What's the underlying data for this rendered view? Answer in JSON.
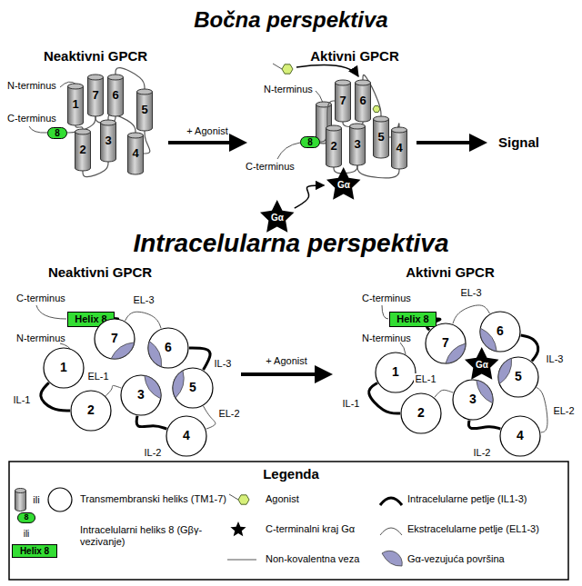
{
  "diagram": {
    "title": "Bočna perspektiva",
    "nodes": [
      {
        "text": [
          "1"
        ]
      },
      {
        "text": [
          "7"
        ]
      },
      {
        "text": [
          "6"
        ]
      },
      {
        "text": [
          "5"
        ]
      },
      {
        "text": [
          "2"
        ]
      },
      {
        "text": [
          "3"
        ]
      },
      {
        "text": [
          "4"
        ]
      },
      {
        "text": [
          "8"
        ]
      },
      {
        "text": [
          "7"
        ]
      },
      {
        "text": [
          "6"
        ]
      },
      {
        "text": [
          "2"
        ]
      },
      {
        "text": [
          "3"
        ]
      },
      {
        "text": [
          "5"
        ]
      },
      {
        "text": [
          "4"
        ]
      },
      {
        "text": [
          "8"
        ]
      },
      {
        "text": [
          "Gα"
        ]
      },
      {
        "text": [
          "Gα"
        ]
      },
      {
        "text": [
          "Helix 8"
        ]
      },
      {
        "text": [
          "1"
        ]
      },
      {
        "text": [
          "7"
        ]
      },
      {
        "text": [
          "6"
        ]
      },
      {
        "text": [
          "2"
        ]
      },
      {
        "text": [
          "3"
        ]
      },
      {
        "text": [
          "5"
        ]
      },
      {
        "text": [
          "4"
        ]
      },
      {
        "text": [
          "Helix 8"
        ]
      },
      {
        "text": [
          "1"
        ]
      },
      {
        "text": [
          "7"
        ]
      },
      {
        "text": [
          "6"
        ]
      },
      {
        "text": [
          "2"
        ]
      },
      {
        "text": [
          "3"
        ]
      },
      {
        "text": [
          "5"
        ]
      },
      {
        "text": [
          "4"
        ]
      },
      {
        "text": [
          "Gα"
        ]
      },
      {
        "text": [
          "8"
        ]
      },
      {
        "text": [
          "Helix 8"
        ]
      }
    ],
    "edges": [
      {
        "from": 0,
        "to": 4,
        "arrow": "none"
      },
      {
        "from": 4,
        "to": 5,
        "arrow": "none"
      },
      {
        "from": 5,
        "to": 6,
        "arrow": "none"
      },
      {
        "from": 6,
        "to": 3,
        "arrow": "none"
      },
      {
        "from": 3,
        "to": 2,
        "arrow": "none"
      },
      {
        "from": 2,
        "to": 1,
        "arrow": "none"
      },
      {
        "from": 1,
        "to": 7,
        "arrow": "none"
      },
      {
        "from": 10,
        "to": 11,
        "arrow": "none"
      },
      {
        "from": 11,
        "to": 13,
        "arrow": "none"
      },
      {
        "from": 13,
        "to": 12,
        "arrow": "none"
      },
      {
        "from": 12,
        "to": 9,
        "arrow": "none"
      },
      {
        "from": 9,
        "to": 8,
        "arrow": "none"
      },
      {
        "from": 8,
        "to": 14,
        "arrow": "none"
      },
      {
        "from": 16,
        "to": 15,
        "arrow": "to"
      },
      {
        "from": 18,
        "to": 21,
        "arrow": "none",
        "label": "IL-1"
      },
      {
        "from": 21,
        "to": 22,
        "arrow": "none",
        "label": "EL-1"
      },
      {
        "from": 22,
        "to": 24,
        "arrow": "none",
        "label": "IL-2"
      },
      {
        "from": 24,
        "to": 23,
        "arrow": "none",
        "label": "EL-2"
      },
      {
        "from": 23,
        "to": 20,
        "arrow": "none",
        "label": "IL-3"
      },
      {
        "from": 20,
        "to": 19,
        "arrow": "none",
        "label": "EL-3"
      },
      {
        "from": 19,
        "to": 17,
        "arrow": "none"
      },
      {
        "from": 26,
        "to": 29,
        "arrow": "none",
        "label": "IL-1"
      },
      {
        "from": 29,
        "to": 30,
        "arrow": "none",
        "label": "EL-1"
      },
      {
        "from": 30,
        "to": 32,
        "arrow": "none",
        "label": "IL-2"
      },
      {
        "from": 32,
        "to": 31,
        "arrow": "none",
        "label": "EL-2"
      },
      {
        "from": 31,
        "to": 28,
        "arrow": "none",
        "label": "IL-3"
      },
      {
        "from": 28,
        "to": 27,
        "arrow": "none",
        "label": "EL-3"
      },
      {
        "from": 27,
        "to": 25,
        "arrow": "none"
      }
    ],
    "labels": [
      "Neaktivni GPCR",
      "N-terminus",
      "C-terminus",
      "+ Agonist",
      "Aktivni GPCR",
      "N-terminus",
      "C-terminus",
      "Signal",
      "Intracelularna perspektiva",
      "Neaktivni GPCR",
      "C-terminus",
      "N-terminus",
      "+ Agonist",
      "Aktivni GPCR",
      "C-terminus",
      "N-terminus",
      "Legenda",
      "ili",
      "ili"
    ],
    "legend": [
      {
        "text": "Transmembranski heliks (TM1-7)"
      },
      {
        "text": "Intracelularni heliks 8 (Gβγ-vezivanje)"
      },
      {
        "text": "Agonist"
      },
      {
        "text": "C-terminalni kraj Gα"
      },
      {
        "text": "Non-kovalentna veza"
      },
      {
        "text": "Intracelularne petlje (IL1-3)"
      },
      {
        "text": "Ekstracelularne petlje (EL1-3)"
      },
      {
        "text": "Gα-vezujuća površina"
      }
    ]
  }
}
